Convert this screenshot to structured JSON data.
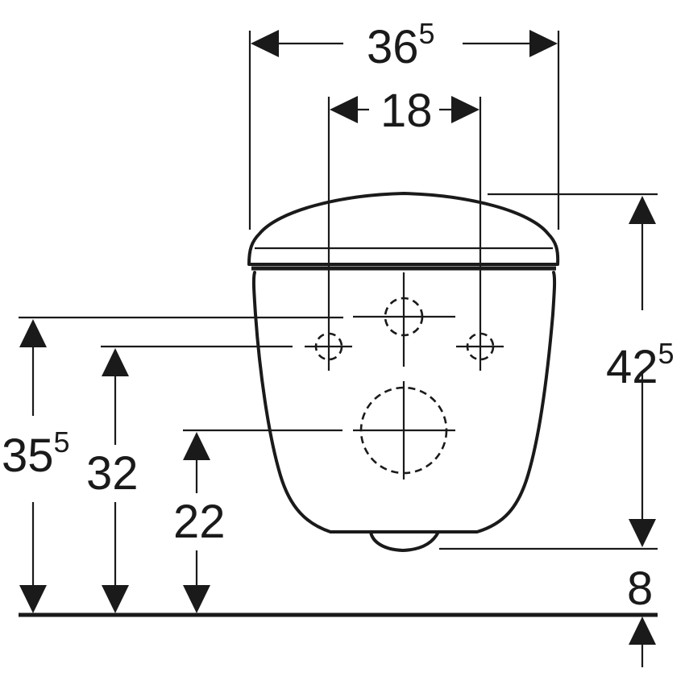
{
  "diagram": {
    "type": "technical-dimension-drawing",
    "subject": "wall-hung toilet front view",
    "line_color": "#1a1a1a",
    "background": "#ffffff"
  },
  "dimensions": {
    "overall_width": {
      "main": "36",
      "sup": "5",
      "value_cm": 36.5
    },
    "bolt_spacing": {
      "main": "18",
      "sup": "",
      "value_cm": 18
    },
    "overall_height": {
      "main": "42",
      "sup": "5",
      "value_cm": 42.5
    },
    "floor_clearance": {
      "main": "8",
      "sup": "",
      "value_cm": 8
    },
    "water_inlet_height": {
      "main": "35",
      "sup": "5",
      "value_cm": 35.5
    },
    "fixing_bolt_height": {
      "main": "32",
      "sup": "",
      "value_cm": 32
    },
    "drain_outlet_height": {
      "main": "22",
      "sup": "",
      "value_cm": 22
    }
  },
  "features": [
    {
      "name": "lid",
      "shape": "dome"
    },
    {
      "name": "bowl",
      "shape": "tapered"
    },
    {
      "name": "water-inlet",
      "shape": "dashed-circle",
      "center": "top-middle"
    },
    {
      "name": "fixing-bolt-left",
      "shape": "dashed-circle-small"
    },
    {
      "name": "fixing-bolt-right",
      "shape": "dashed-circle-small"
    },
    {
      "name": "drain-outlet",
      "shape": "dashed-circle-large"
    },
    {
      "name": "floor-line",
      "shape": "thick-line"
    }
  ]
}
